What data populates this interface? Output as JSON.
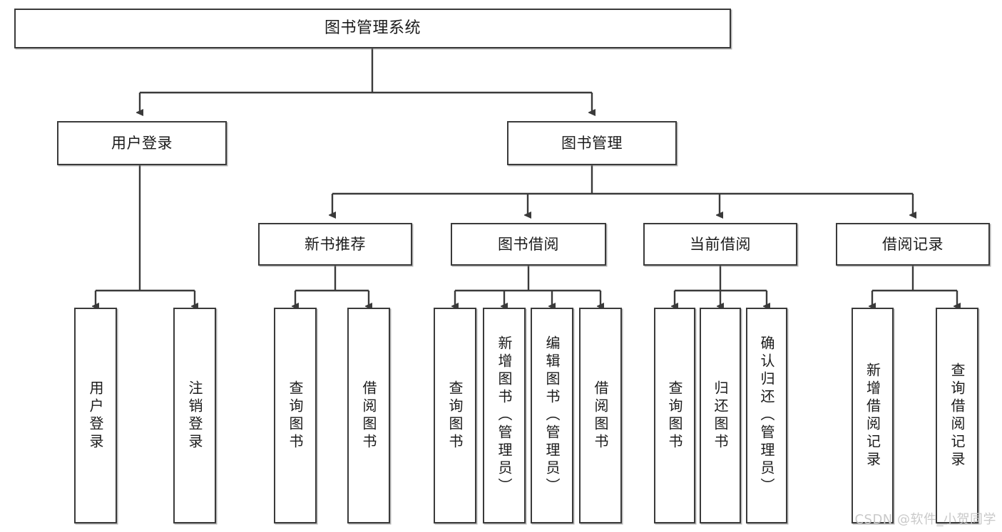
{
  "diagram": {
    "type": "tree-hierarchy",
    "title": "图书管理系统",
    "root": {
      "label": "图书管理系统"
    },
    "level2": [
      {
        "label": "用户登录"
      },
      {
        "label": "图书管理"
      }
    ],
    "level3": [
      {
        "label": "新书推荐"
      },
      {
        "label": "图书借阅"
      },
      {
        "label": "当前借阅"
      },
      {
        "label": "借阅记录"
      }
    ],
    "leaves": {
      "user_login": [
        {
          "label": "用户登录"
        },
        {
          "label": "注销登录"
        }
      ],
      "new_book_recommend": [
        {
          "label": "查询图书"
        },
        {
          "label": "借阅图书"
        }
      ],
      "book_borrow": [
        {
          "label": "查询图书"
        },
        {
          "label": "新增图书（管理员）"
        },
        {
          "label": "编辑图书（管理员）"
        },
        {
          "label": "借阅图书"
        }
      ],
      "current_borrow": [
        {
          "label": "查询图书"
        },
        {
          "label": "归还图书"
        },
        {
          "label": "确认归还（管理员）"
        }
      ],
      "borrow_record": [
        {
          "label": "新增借阅记录"
        },
        {
          "label": "查询借阅记录"
        }
      ]
    }
  },
  "watermark": {
    "text": "CSDN @软件_小贺同学"
  },
  "colors": {
    "stroke": "#3a3a3a",
    "fill": "#ffffff",
    "text": "#1b1b1b",
    "watermark": "#c9c9c9"
  }
}
